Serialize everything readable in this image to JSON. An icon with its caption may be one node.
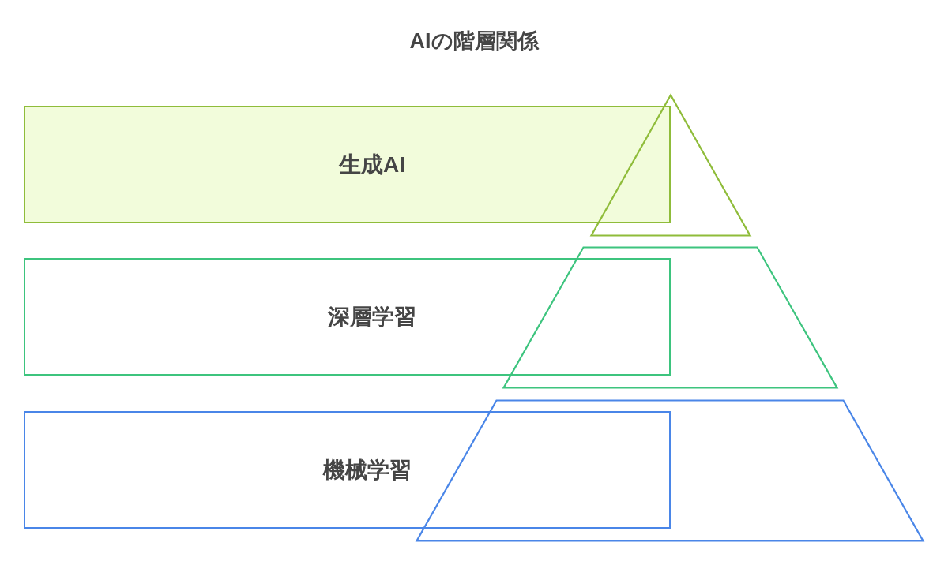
{
  "diagram": {
    "title": "AIの階層関係",
    "nodes": [
      {
        "text": [
          "生成AI"
        ]
      },
      {
        "text": [],
        "shape": "triangle"
      },
      {
        "text": [
          "深層学習"
        ]
      },
      {
        "text": [],
        "shape": "trapezoid"
      },
      {
        "text": [
          "機械学習"
        ]
      },
      {
        "text": [],
        "shape": "trapezoid"
      }
    ]
  }
}
